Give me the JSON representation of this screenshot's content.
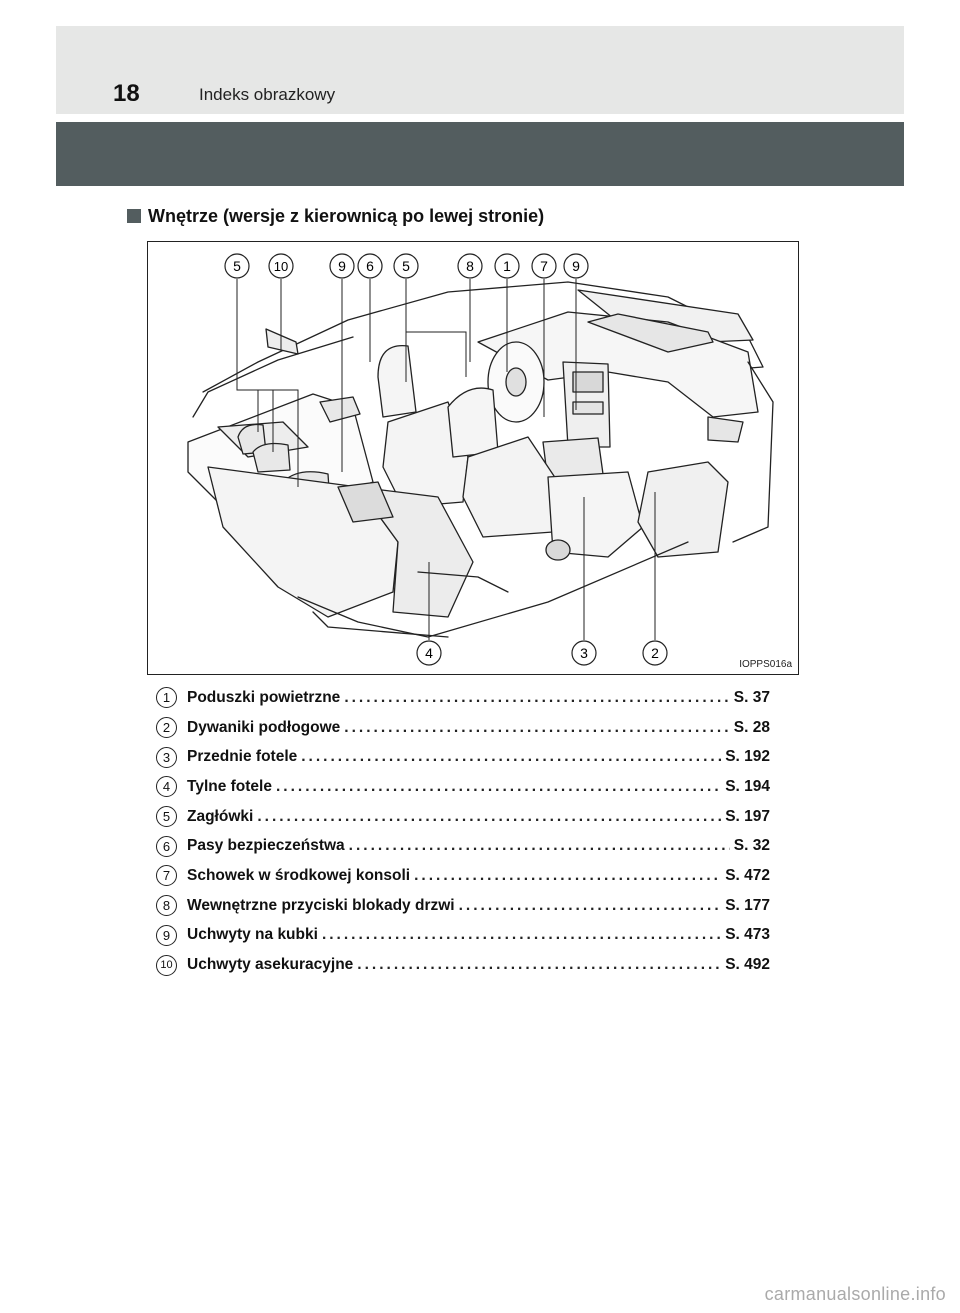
{
  "header": {
    "page_number": "18",
    "section_title": "Indeks obrazkowy"
  },
  "subheading": "Wnętrze (wersje z kierownicą po lewej stronie)",
  "illustration": {
    "image_code": "IOPPS016a",
    "callouts_top": [
      "5",
      "10",
      "9",
      "6",
      "5",
      "8",
      "1",
      "7",
      "9"
    ],
    "callouts_bottom": [
      "4",
      "3",
      "2"
    ]
  },
  "legend": [
    {
      "num": "1",
      "label": "Poduszki powietrzne",
      "ref": "S. 37"
    },
    {
      "num": "2",
      "label": "Dywaniki podłogowe",
      "ref": "S. 28"
    },
    {
      "num": "3",
      "label": "Przednie fotele",
      "ref": "S. 192"
    },
    {
      "num": "4",
      "label": "Tylne fotele",
      "ref": "S. 194"
    },
    {
      "num": "5",
      "label": "Zagłówki",
      "ref": "S. 197"
    },
    {
      "num": "6",
      "label": "Pasy bezpieczeństwa",
      "ref": "S. 32"
    },
    {
      "num": "7",
      "label": "Schowek w środkowej konsoli",
      "ref": "S. 472"
    },
    {
      "num": "8",
      "label": "Wewnętrzne przyciski blokady drzwi",
      "ref": "S. 177"
    },
    {
      "num": "9",
      "label": "Uchwyty na kubki",
      "ref": "S. 473"
    },
    {
      "num": "10",
      "label": "Uchwyty asekuracyjne",
      "ref": "S. 492"
    }
  ],
  "watermark": "carmanualsonline.info"
}
